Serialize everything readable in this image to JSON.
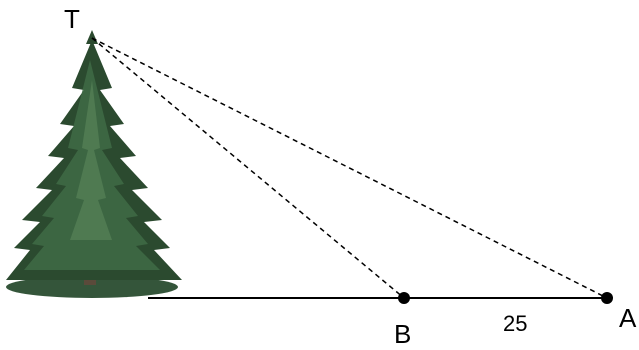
{
  "diagram": {
    "points": {
      "top": "T",
      "near": "B",
      "far": "A"
    },
    "distance_BA": "25",
    "colors": {
      "ink": "#000000",
      "foliage_dark": "#2b4a2f",
      "foliage_mid": "#3f6b45",
      "foliage_light": "#5e8a5e",
      "trunk": "#5a4a3a"
    }
  }
}
